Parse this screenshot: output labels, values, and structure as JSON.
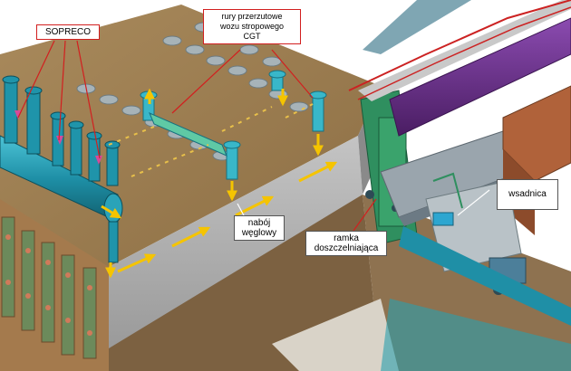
{
  "labels": {
    "sopreco": "SOPRECO",
    "rury_line1": "rury przerzutowe",
    "rury_line2": "wozu stropowego",
    "rury_line3": "CGT",
    "naboj_line1": "nabój",
    "naboj_line2": "węglowy",
    "ramka_line1": "ramka",
    "ramka_line2": "doszczelniająca",
    "wsadnica": "wsadnica"
  },
  "colors": {
    "callout_border": "#d21f1f",
    "leader_line": "#d21f1f",
    "battery_top": "#9a7b4f",
    "battery_front": "#a9a9a9",
    "collector_main": "#1e8fa6",
    "pipe_teal": "#39b7c9",
    "rail_red": "#cc2222",
    "beam_purple": "#6a2c8c",
    "arrow_yellow": "#f5c400",
    "arrow_pink": "#d64a9a",
    "roof_brown": "#b0623a",
    "charging_car_green": "#2f8f5f"
  }
}
